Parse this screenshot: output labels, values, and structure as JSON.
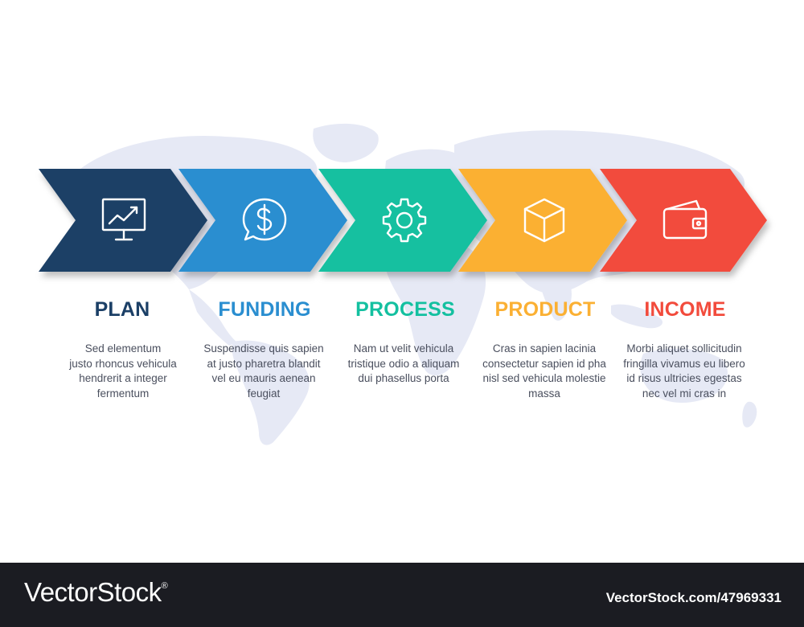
{
  "steps": [
    {
      "title": "PLAN",
      "color": "#1b3f66",
      "icon": "monitor-chart-icon",
      "description": [
        "Sed elementum",
        "justo rhoncus vehicula",
        "hendrerit a integer",
        "fermentum"
      ]
    },
    {
      "title": "FUNDING",
      "color": "#2a8ed0",
      "icon": "dollar-speech-bubble-icon",
      "description": [
        "Suspendisse quis sapien",
        "at justo pharetra blandit",
        "vel eu mauris aenean",
        "feugiat"
      ]
    },
    {
      "title": "PROCESS",
      "color": "#14c0a0",
      "icon": "gear-icon",
      "description": [
        "Nam ut velit vehicula",
        "tristique odio a aliquam",
        "dui phasellus porta"
      ]
    },
    {
      "title": "PRODUCT",
      "color": "#fbb033",
      "icon": "box-icon",
      "description": [
        "Cras in sapien lacinia",
        "consectetur sapien id pha",
        "nisl sed vehicula molestie",
        "massa"
      ]
    },
    {
      "title": "INCOME",
      "color": "#f24b3c",
      "icon": "wallet-icon",
      "description": [
        "Morbi aliquet sollicitudin",
        "fringilla vivamus eu libero",
        "id risus ultricies egestas",
        "nec vel mi cras in"
      ]
    }
  ],
  "footer": {
    "brand": "VectorStock",
    "registered": "®",
    "url_id": "VectorStock.com/47969331"
  },
  "colors": {
    "map": "#e6e9f5",
    "footer_bg": "#1b1c22"
  }
}
